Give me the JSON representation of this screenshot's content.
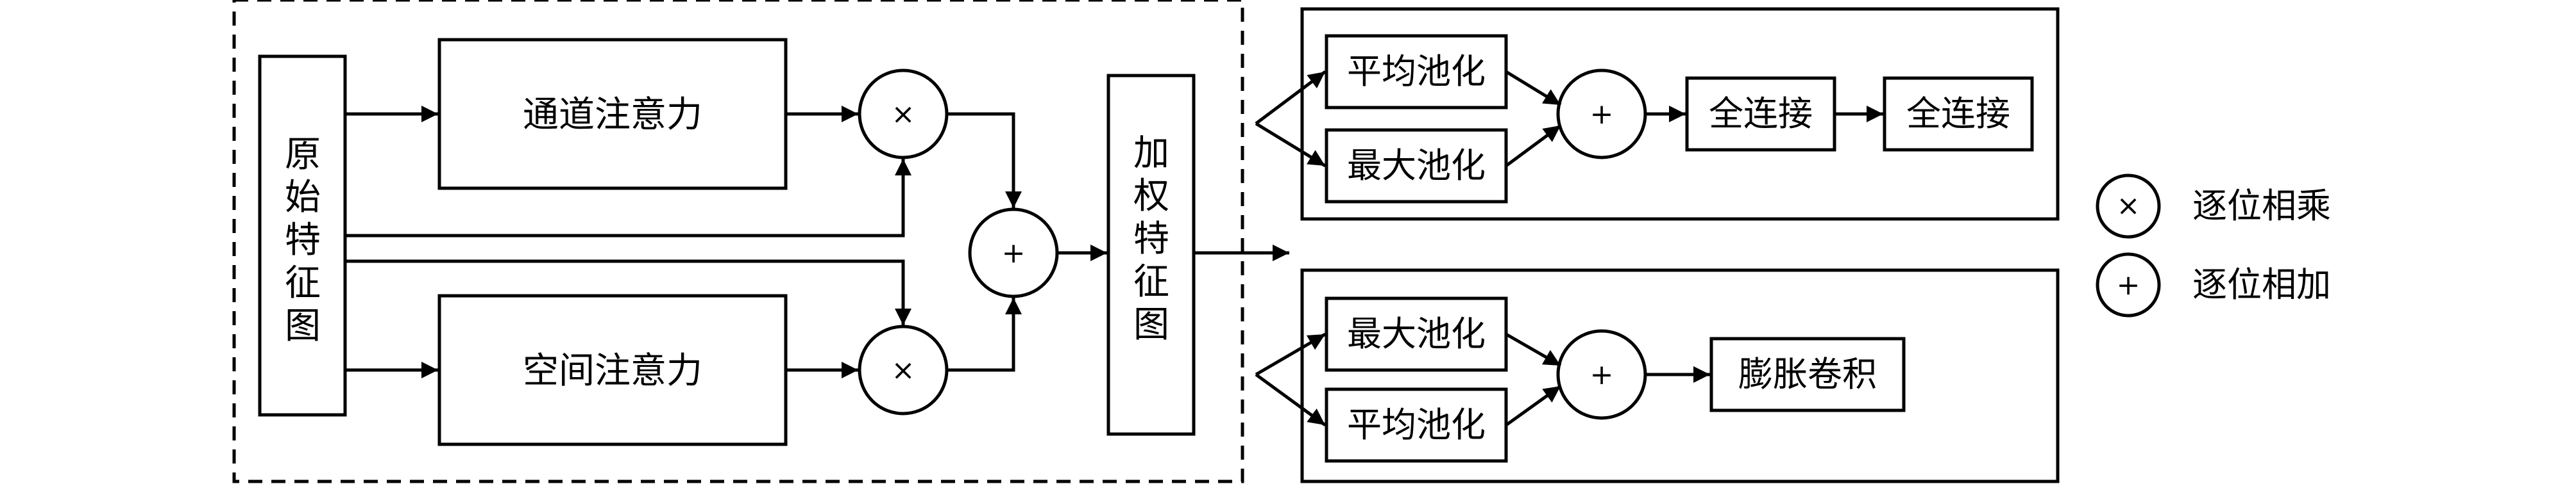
{
  "diagram": {
    "original_feature_map": [
      "原",
      "始",
      "特",
      "征",
      "图"
    ],
    "channel_attention": "通道注意力",
    "spatial_attention": "空间注意力",
    "weighted_feature_map": [
      "加",
      "权",
      "特",
      "征",
      "图"
    ],
    "multiply_symbol": "×",
    "add_symbol": "+",
    "channel_branch": {
      "avg_pool": "平均池化",
      "max_pool": "最大池化",
      "fc1": "全连接",
      "fc2": "全连接"
    },
    "spatial_branch": {
      "max_pool": "最大池化",
      "avg_pool": "平均池化",
      "conv": "膨胀卷积"
    },
    "legend": {
      "multiply_label": "逐位相乘",
      "add_label": "逐位相加"
    }
  }
}
